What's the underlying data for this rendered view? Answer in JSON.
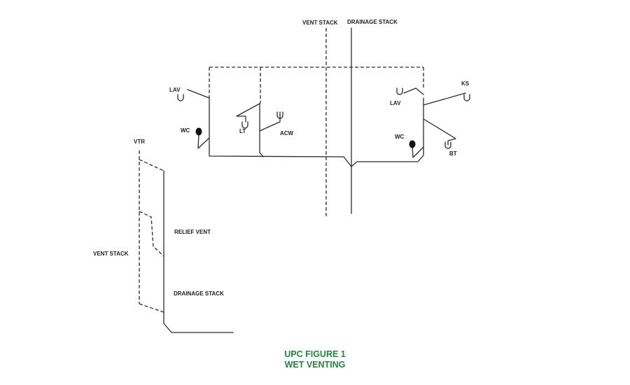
{
  "colors": {
    "line": "#2b2b2b",
    "caption": "#1f8a3a"
  },
  "labels": {
    "vent_stack_top": "VENT STACK",
    "drainage_stack_top": "DRAINAGE STACK",
    "lav_left": "LAV",
    "wc_left": "WC",
    "lt": "LT",
    "acw": "ACW",
    "lav_right": "LAV",
    "ks": "KS",
    "wc_right": "WC",
    "bt": "BT",
    "vtr": "VTR",
    "relief_vent": "RELIEF VENT",
    "vent_stack_side": "VENT STACK",
    "drainage_stack_side": "DRAINAGE STACK"
  },
  "caption": {
    "line1": "UPC FIGURE 1",
    "line2": "WET VENTING"
  }
}
